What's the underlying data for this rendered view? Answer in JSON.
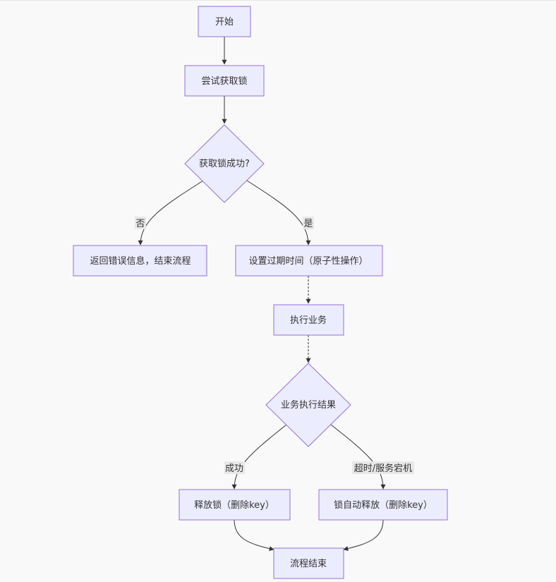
{
  "nodes": {
    "start": "开始",
    "acquire": "尝试获取锁",
    "check": "获取锁成功?",
    "error": "返回错误信息，结束流程",
    "expire": "设置过期时间（原子性操作）",
    "execute": "执行业务",
    "result": "业务执行结果",
    "release": "释放锁（删除key）",
    "auto_release": "锁自动释放（删除key）",
    "end": "流程结束"
  },
  "edges": {
    "no": "否",
    "yes": "是",
    "success": "成功",
    "timeout": "超时/服务宕机"
  }
}
